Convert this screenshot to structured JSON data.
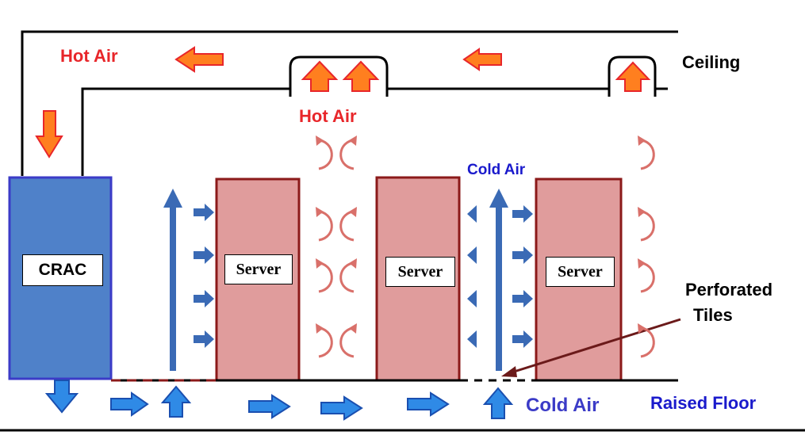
{
  "labels": {
    "hot_air_left": "Hot Air",
    "hot_air_center": "Hot Air",
    "ceiling": "Ceiling",
    "cold_air_top": "Cold Air",
    "cold_air_bottom": "Cold Air",
    "raised_floor": "Raised Floor",
    "perforated_tiles_line1": "Perforated",
    "perforated_tiles_line2": "Tiles"
  },
  "crac": {
    "label": "CRAC"
  },
  "servers": [
    {
      "label": "Server"
    },
    {
      "label": "Server"
    },
    {
      "label": "Server"
    }
  ],
  "colors": {
    "crac_fill": "#4f81c9",
    "crac_border": "#3b3bc7",
    "server_fill": "#e09c9c",
    "server_border": "#8b1a1a",
    "hot_arrow_fill": "#ff7f1f",
    "hot_arrow_border": "#e8262a",
    "cold_arrow": "#3a6ab5",
    "floor_arrow_fill": "#2f8ae6",
    "hot_label": "#e8262a",
    "cold_label": "#1a1acc"
  }
}
